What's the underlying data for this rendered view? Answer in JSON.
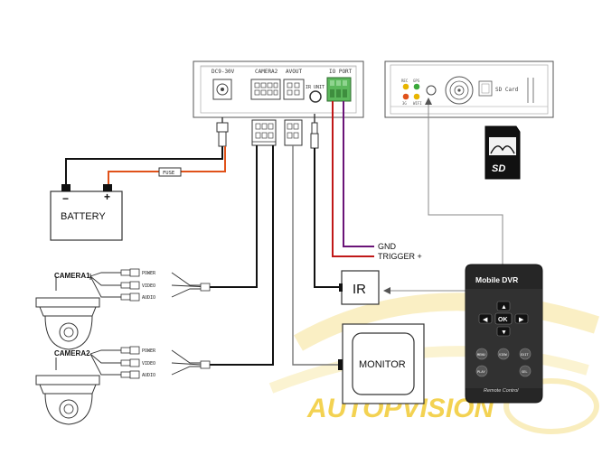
{
  "dvr_front": {
    "dc_label": "DC9-30V",
    "camera_port_label": "CAMERA2",
    "avout_label": "AVOUT",
    "io_port_label": "IO PORT",
    "ir_label": "IR UNIT"
  },
  "dvr_back": {
    "led_labels": [
      "REC",
      "GPS",
      "3G",
      "WIFI"
    ],
    "sd_slot_label": "SD Card"
  },
  "fuse_label": "FUSE",
  "battery": {
    "label": "BATTERY",
    "minus": "−",
    "plus": "+"
  },
  "gnd_label": "GND",
  "trigger_label": "TRIGGER +",
  "ir_box_label": "IR",
  "monitor_label": "MONITOR",
  "camera1": {
    "label": "CAMERA1",
    "plugs": [
      "POWER",
      "VIDEO",
      "AUDIO"
    ]
  },
  "camera2": {
    "label": "CAMERA2",
    "plugs": [
      "POWER",
      "VIDEO",
      "AUDIO"
    ]
  },
  "remote": {
    "title": "Mobile DVR",
    "ok_label": "OK",
    "buttons": [
      "MENU",
      "VIEW",
      "EXIT",
      "PLAY",
      "SEL"
    ],
    "footer": "Remote Control"
  },
  "sd_card_logo": "SD",
  "watermark": "AUTOPVISION",
  "colors": {
    "wire": "#111111",
    "power_wire": "#e0521a",
    "trigger_wire": "#c01818",
    "gnd_wire": "#6a1478",
    "gray_wire": "#888888",
    "watermark": "#f0c419",
    "remote_body": "#2a2a2a"
  }
}
